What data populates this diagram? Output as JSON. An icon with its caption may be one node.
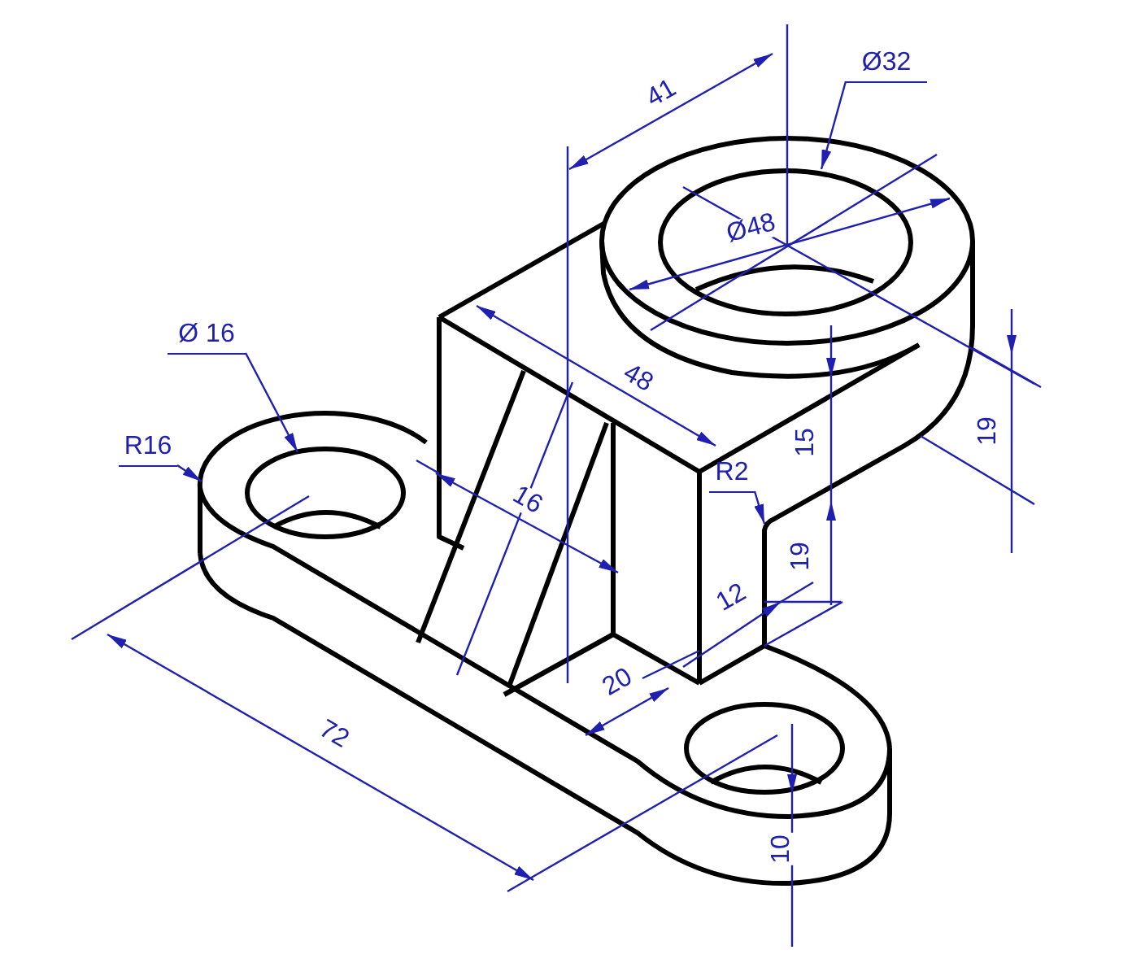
{
  "diagram": {
    "nodes": [
      {
        "text": [
          "Ø32"
        ]
      },
      {
        "text": [
          "Ø 16"
        ]
      },
      {
        "text": [
          "R16"
        ]
      },
      {
        "text": [
          "R2"
        ]
      }
    ],
    "edges": [
      {
        "from": 0,
        "to": null,
        "arrow": "to"
      },
      {
        "from": 1,
        "to": null,
        "arrow": "to"
      },
      {
        "from": 2,
        "to": null,
        "arrow": "to"
      },
      {
        "from": 3,
        "to": null,
        "arrow": "to"
      }
    ],
    "labels": [
      "41",
      "Ø48",
      "48",
      "16",
      "15",
      "19",
      "19",
      "12",
      "20",
      "72",
      "10"
    ]
  }
}
